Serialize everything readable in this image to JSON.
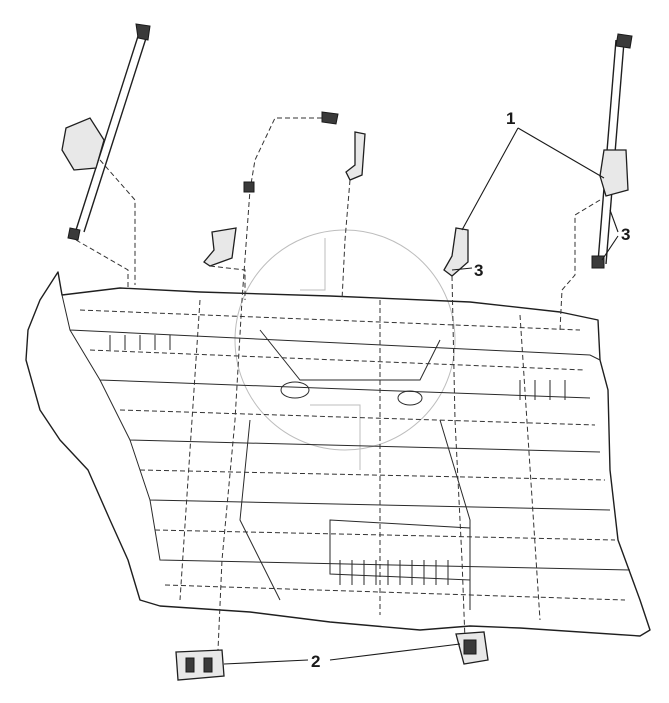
{
  "diagram": {
    "callouts": [
      {
        "id": "1",
        "label": "1"
      },
      {
        "id": "2",
        "label": "2"
      },
      {
        "id": "3a",
        "label": "3"
      },
      {
        "id": "3b",
        "label": "3"
      }
    ]
  }
}
